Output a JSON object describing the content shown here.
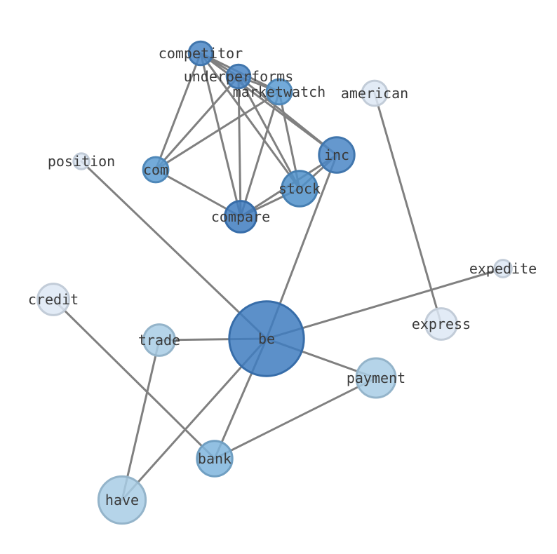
{
  "diagram": {
    "nodes": [
      {
        "id": "competitor",
        "label": "competitor",
        "color": "#4a86c5",
        "size": 3,
        "depth": 0.85
      },
      {
        "id": "underperforms",
        "label": "underperforms",
        "color": "#4a86c5",
        "size": 3,
        "depth": 0.85
      },
      {
        "id": "marketwatch",
        "label": "marketwatch",
        "color": "#5a9bd2",
        "size": 3.2,
        "depth": 0.8
      },
      {
        "id": "american",
        "label": "american",
        "color": "#dde8f5",
        "size": 3.2,
        "depth": 0.2
      },
      {
        "id": "position",
        "label": "position",
        "color": "#dde8f5",
        "size": 2,
        "depth": 0.2
      },
      {
        "id": "com",
        "label": "com",
        "color": "#5a9bd2",
        "size": 3.2,
        "depth": 0.75
      },
      {
        "id": "inc",
        "label": "inc",
        "color": "#4a86c5",
        "size": 4.5,
        "depth": 0.85
      },
      {
        "id": "stock",
        "label": "stock",
        "color": "#4f90ca",
        "size": 4.5,
        "depth": 0.82
      },
      {
        "id": "compare",
        "label": "compare",
        "color": "#3f7cc0",
        "size": 4,
        "depth": 0.9
      },
      {
        "id": "expedite",
        "label": "expedite",
        "color": "#dde8f5",
        "size": 2.2,
        "depth": 0.2
      },
      {
        "id": "credit",
        "label": "credit",
        "color": "#dde8f5",
        "size": 4,
        "depth": 0.2
      },
      {
        "id": "express",
        "label": "express",
        "color": "#dde8f5",
        "size": 4,
        "depth": 0.2
      },
      {
        "id": "trade",
        "label": "trade",
        "color": "#a8cce5",
        "size": 4,
        "depth": 0.45
      },
      {
        "id": "be",
        "label": "be",
        "color": "#3f7cc0",
        "size": 9.5,
        "depth": 0.9
      },
      {
        "id": "payment",
        "label": "payment",
        "color": "#a8cce5",
        "size": 5,
        "depth": 0.45
      },
      {
        "id": "bank",
        "label": "bank",
        "color": "#7fb5dd",
        "size": 4.5,
        "depth": 0.6
      },
      {
        "id": "have",
        "label": "have",
        "color": "#a8cce5",
        "size": 6,
        "depth": 0.45
      }
    ],
    "edges": [
      [
        "competitor",
        "underperforms"
      ],
      [
        "competitor",
        "marketwatch"
      ],
      [
        "competitor",
        "com"
      ],
      [
        "competitor",
        "inc"
      ],
      [
        "competitor",
        "stock"
      ],
      [
        "competitor",
        "compare"
      ],
      [
        "underperforms",
        "marketwatch"
      ],
      [
        "underperforms",
        "com"
      ],
      [
        "underperforms",
        "inc"
      ],
      [
        "underperforms",
        "stock"
      ],
      [
        "underperforms",
        "compare"
      ],
      [
        "marketwatch",
        "com"
      ],
      [
        "marketwatch",
        "stock"
      ],
      [
        "marketwatch",
        "compare"
      ],
      [
        "com",
        "compare"
      ],
      [
        "inc",
        "stock"
      ],
      [
        "inc",
        "compare"
      ],
      [
        "stock",
        "compare"
      ],
      [
        "american",
        "express"
      ],
      [
        "position",
        "be"
      ],
      [
        "inc",
        "be"
      ],
      [
        "expedite",
        "be"
      ],
      [
        "trade",
        "be"
      ],
      [
        "payment",
        "be"
      ],
      [
        "be",
        "bank"
      ],
      [
        "be",
        "have"
      ],
      [
        "credit",
        "bank"
      ],
      [
        "trade",
        "have"
      ],
      [
        "payment",
        "bank"
      ]
    ]
  }
}
